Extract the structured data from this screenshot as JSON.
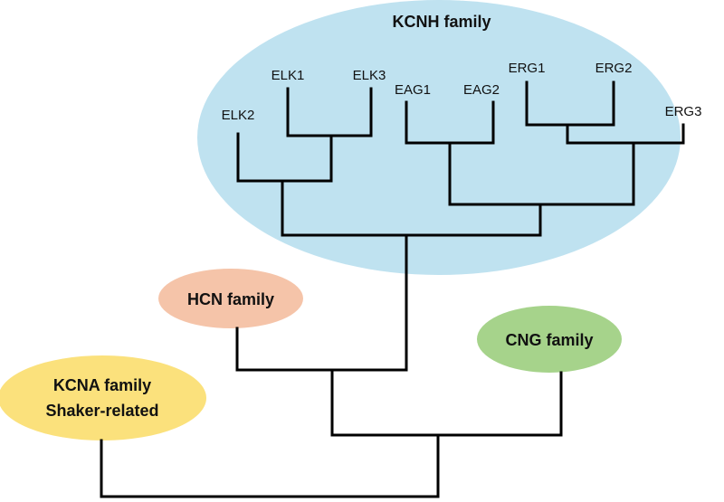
{
  "colors": {
    "kcnh": "#bfe2f0",
    "hcn": "#f5c4a9",
    "cng": "#a6d38b",
    "kcna": "#fbe17c",
    "line": "#000000"
  },
  "families": {
    "kcnh": "KCNH family",
    "hcn": "HCN family",
    "cng": "CNG family",
    "kcna_line1": "KCNA family",
    "kcna_line2": "Shaker-related"
  },
  "leaves": {
    "elk1": "ELK1",
    "elk2": "ELK2",
    "elk3": "ELK3",
    "eag1": "EAG1",
    "eag2": "EAG2",
    "erg1": "ERG1",
    "erg2": "ERG2",
    "erg3": "ERG3"
  }
}
